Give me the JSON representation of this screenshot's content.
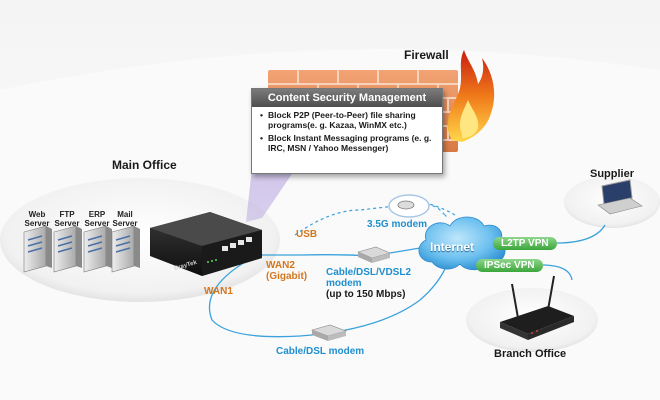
{
  "firewall": {
    "label": "Firewall"
  },
  "content_security": {
    "title": "Content Security Management",
    "items": [
      "Block P2P (Peer-to-Peer) file sharing programs(e. g. Kazaa, WinMX etc.)",
      "Block Instant Messaging programs (e. g. IRC, MSN / Yahoo Messenger)"
    ]
  },
  "main_office": {
    "label": "Main Office"
  },
  "servers": [
    {
      "line1": "Web",
      "line2": "Server"
    },
    {
      "line1": "FTP",
      "line2": "Server"
    },
    {
      "line1": "ERP",
      "line2": "Server"
    },
    {
      "line1": "Mail",
      "line2": "Server"
    }
  ],
  "router_brand": "DrayTek",
  "ports": {
    "usb": "USB",
    "wan1": "WAN1",
    "wan2_line1": "WAN2",
    "wan2_line2": "(Gigabit)"
  },
  "modems": {
    "g35": "3.5G modem",
    "vdsl_line1": "Cable/DSL/VDSL2",
    "vdsl_line2": "modem",
    "vdsl_speed": "(up to 150 Mbps)",
    "cable": "Cable/DSL modem"
  },
  "internet": {
    "label": "Internet"
  },
  "vpn": {
    "l2tp": "L2TP VPN",
    "ipsec": "IPSec VPN"
  },
  "supplier": {
    "label": "Supplier"
  },
  "branch_office": {
    "label": "Branch Office"
  },
  "colors": {
    "accent_orange": "#d4761e",
    "accent_blue": "#1f8fcf",
    "vpn_green": "#3aa63a",
    "brick": "#e08a55"
  }
}
